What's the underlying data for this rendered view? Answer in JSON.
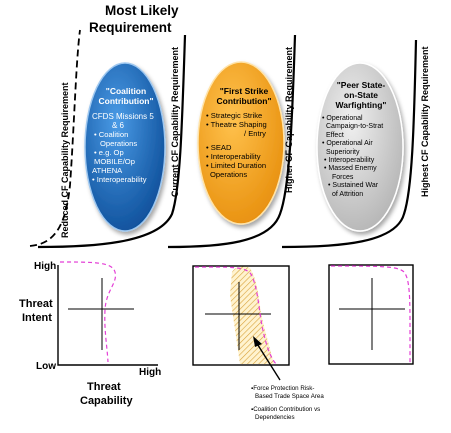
{
  "top_labels": {
    "most_likely": "Most Likely",
    "requirement": "Requirement",
    "reduced": "Reduced CF Capability Requirement",
    "current": "Current CF Capability Requirement",
    "higher": "Higher CF Capability Requirement",
    "highest": "Highest CF Capability Requirement"
  },
  "ovals": [
    {
      "title": "\"Coalition Contribution\"",
      "color": "#1b6fc0",
      "items": [
        "CFDS Missions 5",
        "& 6",
        "• Coalition",
        "Operations",
        "• e.g. Op",
        "MOBILE/Op",
        "ATHENA",
        "• Interoperability"
      ]
    },
    {
      "title": "\"First Strike Contribution\"",
      "color": "#f5a623",
      "items": [
        "• Strategic Strike",
        "• Theatre Shaping",
        "/ Entry",
        "",
        "• SEAD",
        "• Interoperability",
        "• Limited Duration",
        "Operations"
      ]
    },
    {
      "title": "\"Peer State-on-State Warfighting\"",
      "color": "#cfcfcf",
      "items": [
        "• Operational",
        "Campaign-to-Strat",
        "Effect",
        "• Operational Air",
        "Superiority",
        "• Interoperability",
        "• Massed Enemy",
        "Forces",
        "• Sustained War",
        "of Attrition"
      ]
    }
  ],
  "matrix": {
    "y_high": "High",
    "y_label_1": "Threat",
    "y_label_2": "Intent",
    "y_low": "Low",
    "x_high": "High",
    "x_label_1": "Threat",
    "x_label_2": "Capability"
  },
  "notes": [
    {
      "line1": "Force Protection Risk-",
      "line2": "Based Trade Space Area"
    },
    {
      "line1": "Coalition Contribution vs",
      "line2": "Dependencies"
    }
  ],
  "colors": {
    "dashed_curve": "#e43fd6",
    "hatch": "#d8a23a",
    "hatch_fill": "#fff3cf"
  }
}
